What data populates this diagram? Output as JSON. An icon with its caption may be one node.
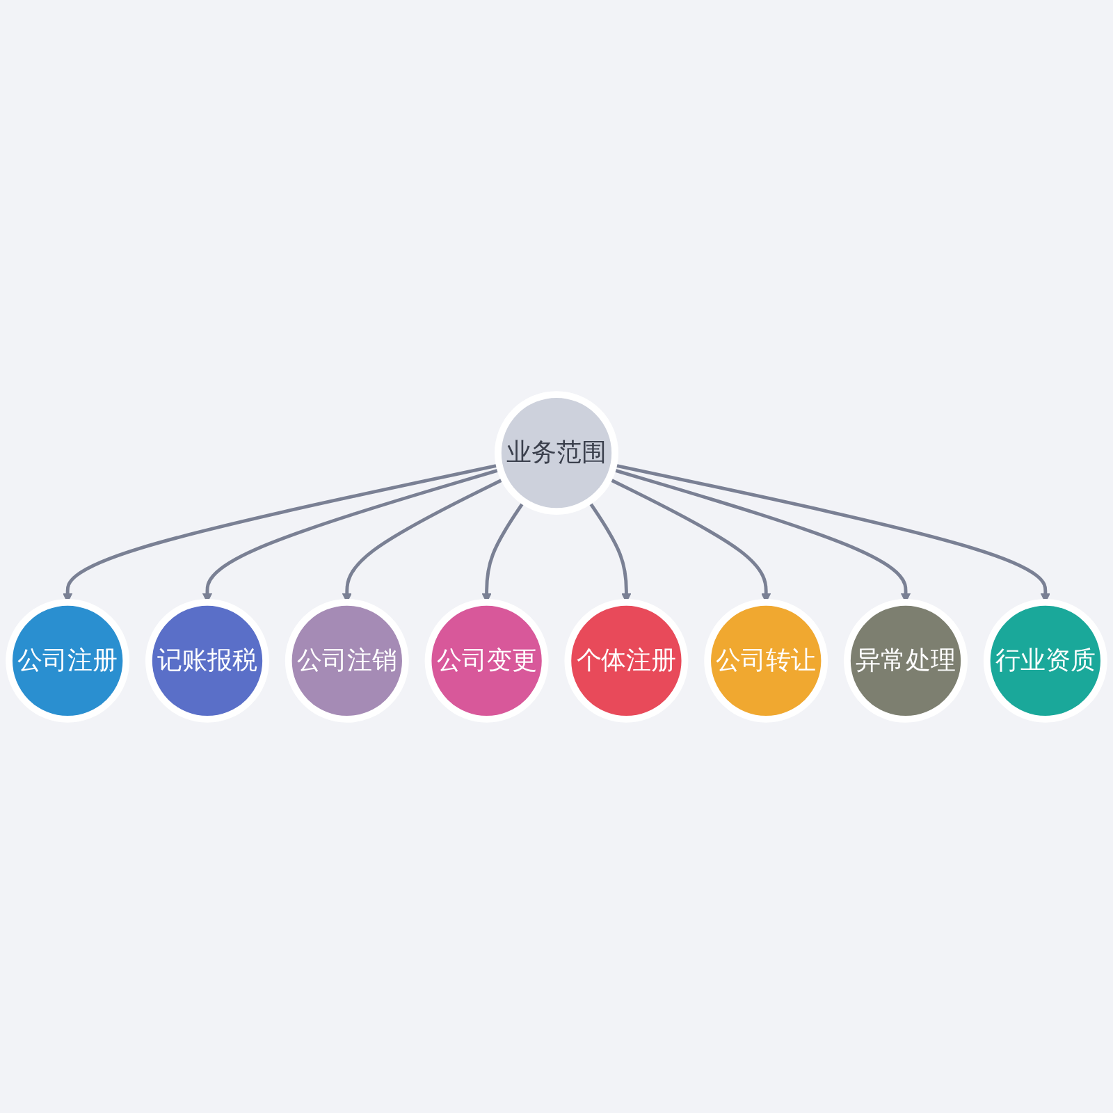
{
  "diagram": {
    "nodes": [
      {
        "text": [
          "业务范围"
        ]
      },
      {
        "text": [
          "公司注册"
        ]
      },
      {
        "text": [
          "记账报税"
        ]
      },
      {
        "text": [
          "公司注销"
        ]
      },
      {
        "text": [
          "公司变更"
        ]
      },
      {
        "text": [
          "个体注册"
        ]
      },
      {
        "text": [
          "公司转让"
        ]
      },
      {
        "text": [
          "异常处理"
        ]
      },
      {
        "text": [
          "行业资质"
        ]
      }
    ],
    "edges": [
      {
        "from": 0,
        "to": 1,
        "arrow": "to"
      },
      {
        "from": 0,
        "to": 2,
        "arrow": "to"
      },
      {
        "from": 0,
        "to": 3,
        "arrow": "to"
      },
      {
        "from": 0,
        "to": 4,
        "arrow": "to"
      },
      {
        "from": 0,
        "to": 5,
        "arrow": "to"
      },
      {
        "from": 0,
        "to": 6,
        "arrow": "to"
      },
      {
        "from": 0,
        "to": 7,
        "arrow": "to"
      },
      {
        "from": 0,
        "to": 8,
        "arrow": "to"
      }
    ]
  }
}
